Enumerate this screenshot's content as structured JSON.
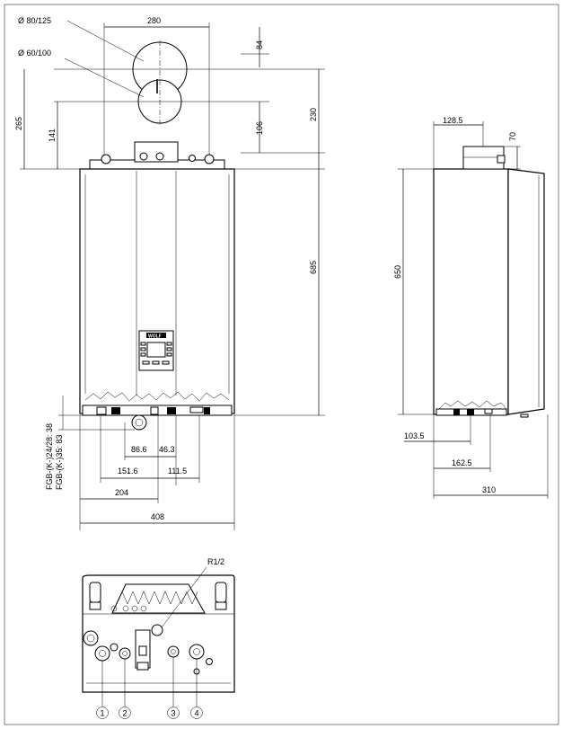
{
  "pipes": {
    "d80": "Ø 80/125",
    "d60": "Ø 60/100"
  },
  "front_dims": {
    "w280": "280",
    "h84": "84",
    "h230": "230",
    "h106": "106",
    "h265": "265",
    "h141": "141",
    "h685": "685",
    "d86": "86.6",
    "d46": "46.3",
    "d151": "151.6",
    "d111": "111.5",
    "d204": "204",
    "d408": "408"
  },
  "fgb": {
    "line1": "FGB-(K-)24/28: 38",
    "line2": "FGB-(K-)35: 83"
  },
  "side_dims": {
    "d128": "128.5",
    "d70": "70",
    "h650": "650",
    "d103": "103.5",
    "d162": "162.5",
    "d310": "310"
  },
  "brand": "WOLF",
  "bottom": {
    "thread": "R1/2",
    "c1": "1",
    "c2": "2",
    "c3": "3",
    "c4": "4"
  }
}
